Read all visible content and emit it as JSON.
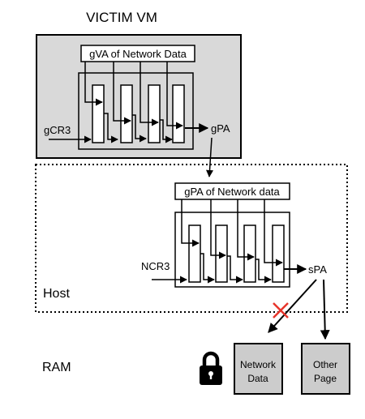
{
  "labels": {
    "victim_vm": "VICTIM VM",
    "gva": "gVA of Network Data",
    "gcr3": "gCR3",
    "gpa": "gPA",
    "gpa_box": "gPA of Network data",
    "ncr3": "NCR3",
    "spa": "sPA",
    "host": "Host",
    "ram": "RAM",
    "network_data_line1": "Network",
    "network_data_line2": "Data",
    "other_page_line1": "Other",
    "other_page_line2": "Page"
  },
  "icons": {
    "lock": "lock-icon",
    "blocked": "cross-icon"
  },
  "colors": {
    "vm_fill": "#d9d9d9",
    "ram_box_fill": "#cccccc",
    "blocked": "#e8352b",
    "stroke": "#000000"
  }
}
